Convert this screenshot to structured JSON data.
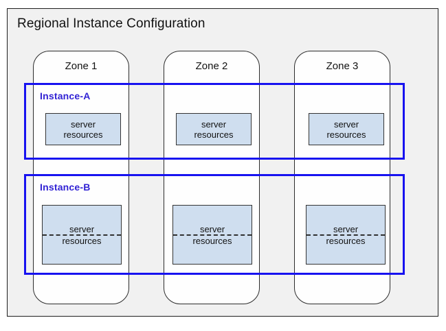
{
  "diagram": {
    "title": "Regional Instance Configuration",
    "background_color": "#f1f1f1",
    "frame_border_color": "#1d1d1d"
  },
  "zones": [
    {
      "label": "Zone 1"
    },
    {
      "label": "Zone 2"
    },
    {
      "label": "Zone 3"
    }
  ],
  "instances": [
    {
      "label": "Instance-A",
      "label_color": "#3122d4",
      "band_color": "#1712f0",
      "resources": [
        {
          "line1": "server",
          "line2": "resources"
        },
        {
          "line1": "server",
          "line2": "resources"
        },
        {
          "line1": "server",
          "line2": "resources"
        }
      ]
    },
    {
      "label": "Instance-B",
      "label_color": "#3122d4",
      "band_color": "#1712f0",
      "resources": [
        {
          "line1": "server",
          "line2": "resources"
        },
        {
          "line1": "server",
          "line2": "resources"
        },
        {
          "line1": "server",
          "line2": "resources"
        }
      ]
    }
  ],
  "style": {
    "resource_fill": "#cfdeef",
    "resource_border": "#333333",
    "zone_fill": "#fefefe",
    "zone_border": "#2b2b2b"
  }
}
